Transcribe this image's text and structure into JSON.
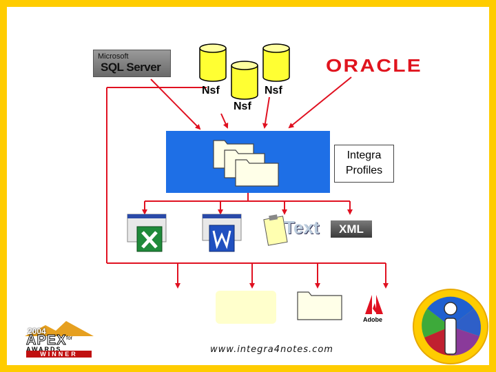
{
  "logos": {
    "sql_server_prefix": "Microsoft",
    "sql_server_name": "SQL Server",
    "oracle": "ORACLE",
    "adobe": "Adobe",
    "xml": "XML",
    "text": "Text",
    "apex_year": "2004",
    "apex_name": "APEX",
    "apex_awards": "AWARDS",
    "apex_for": "for",
    "apex_winner": "WINNER"
  },
  "databases": [
    {
      "label": "Nsf"
    },
    {
      "label": "Nsf"
    },
    {
      "label": "Nsf"
    }
  ],
  "profiles": {
    "line1": "Integra",
    "line2": "Profiles"
  },
  "footer": {
    "url": "www.integra4notes.com"
  },
  "colors": {
    "background": "#FFCC00",
    "arrow": "#E01020",
    "hub": "#1E6FE6",
    "cylinder": "#FFFF33"
  }
}
